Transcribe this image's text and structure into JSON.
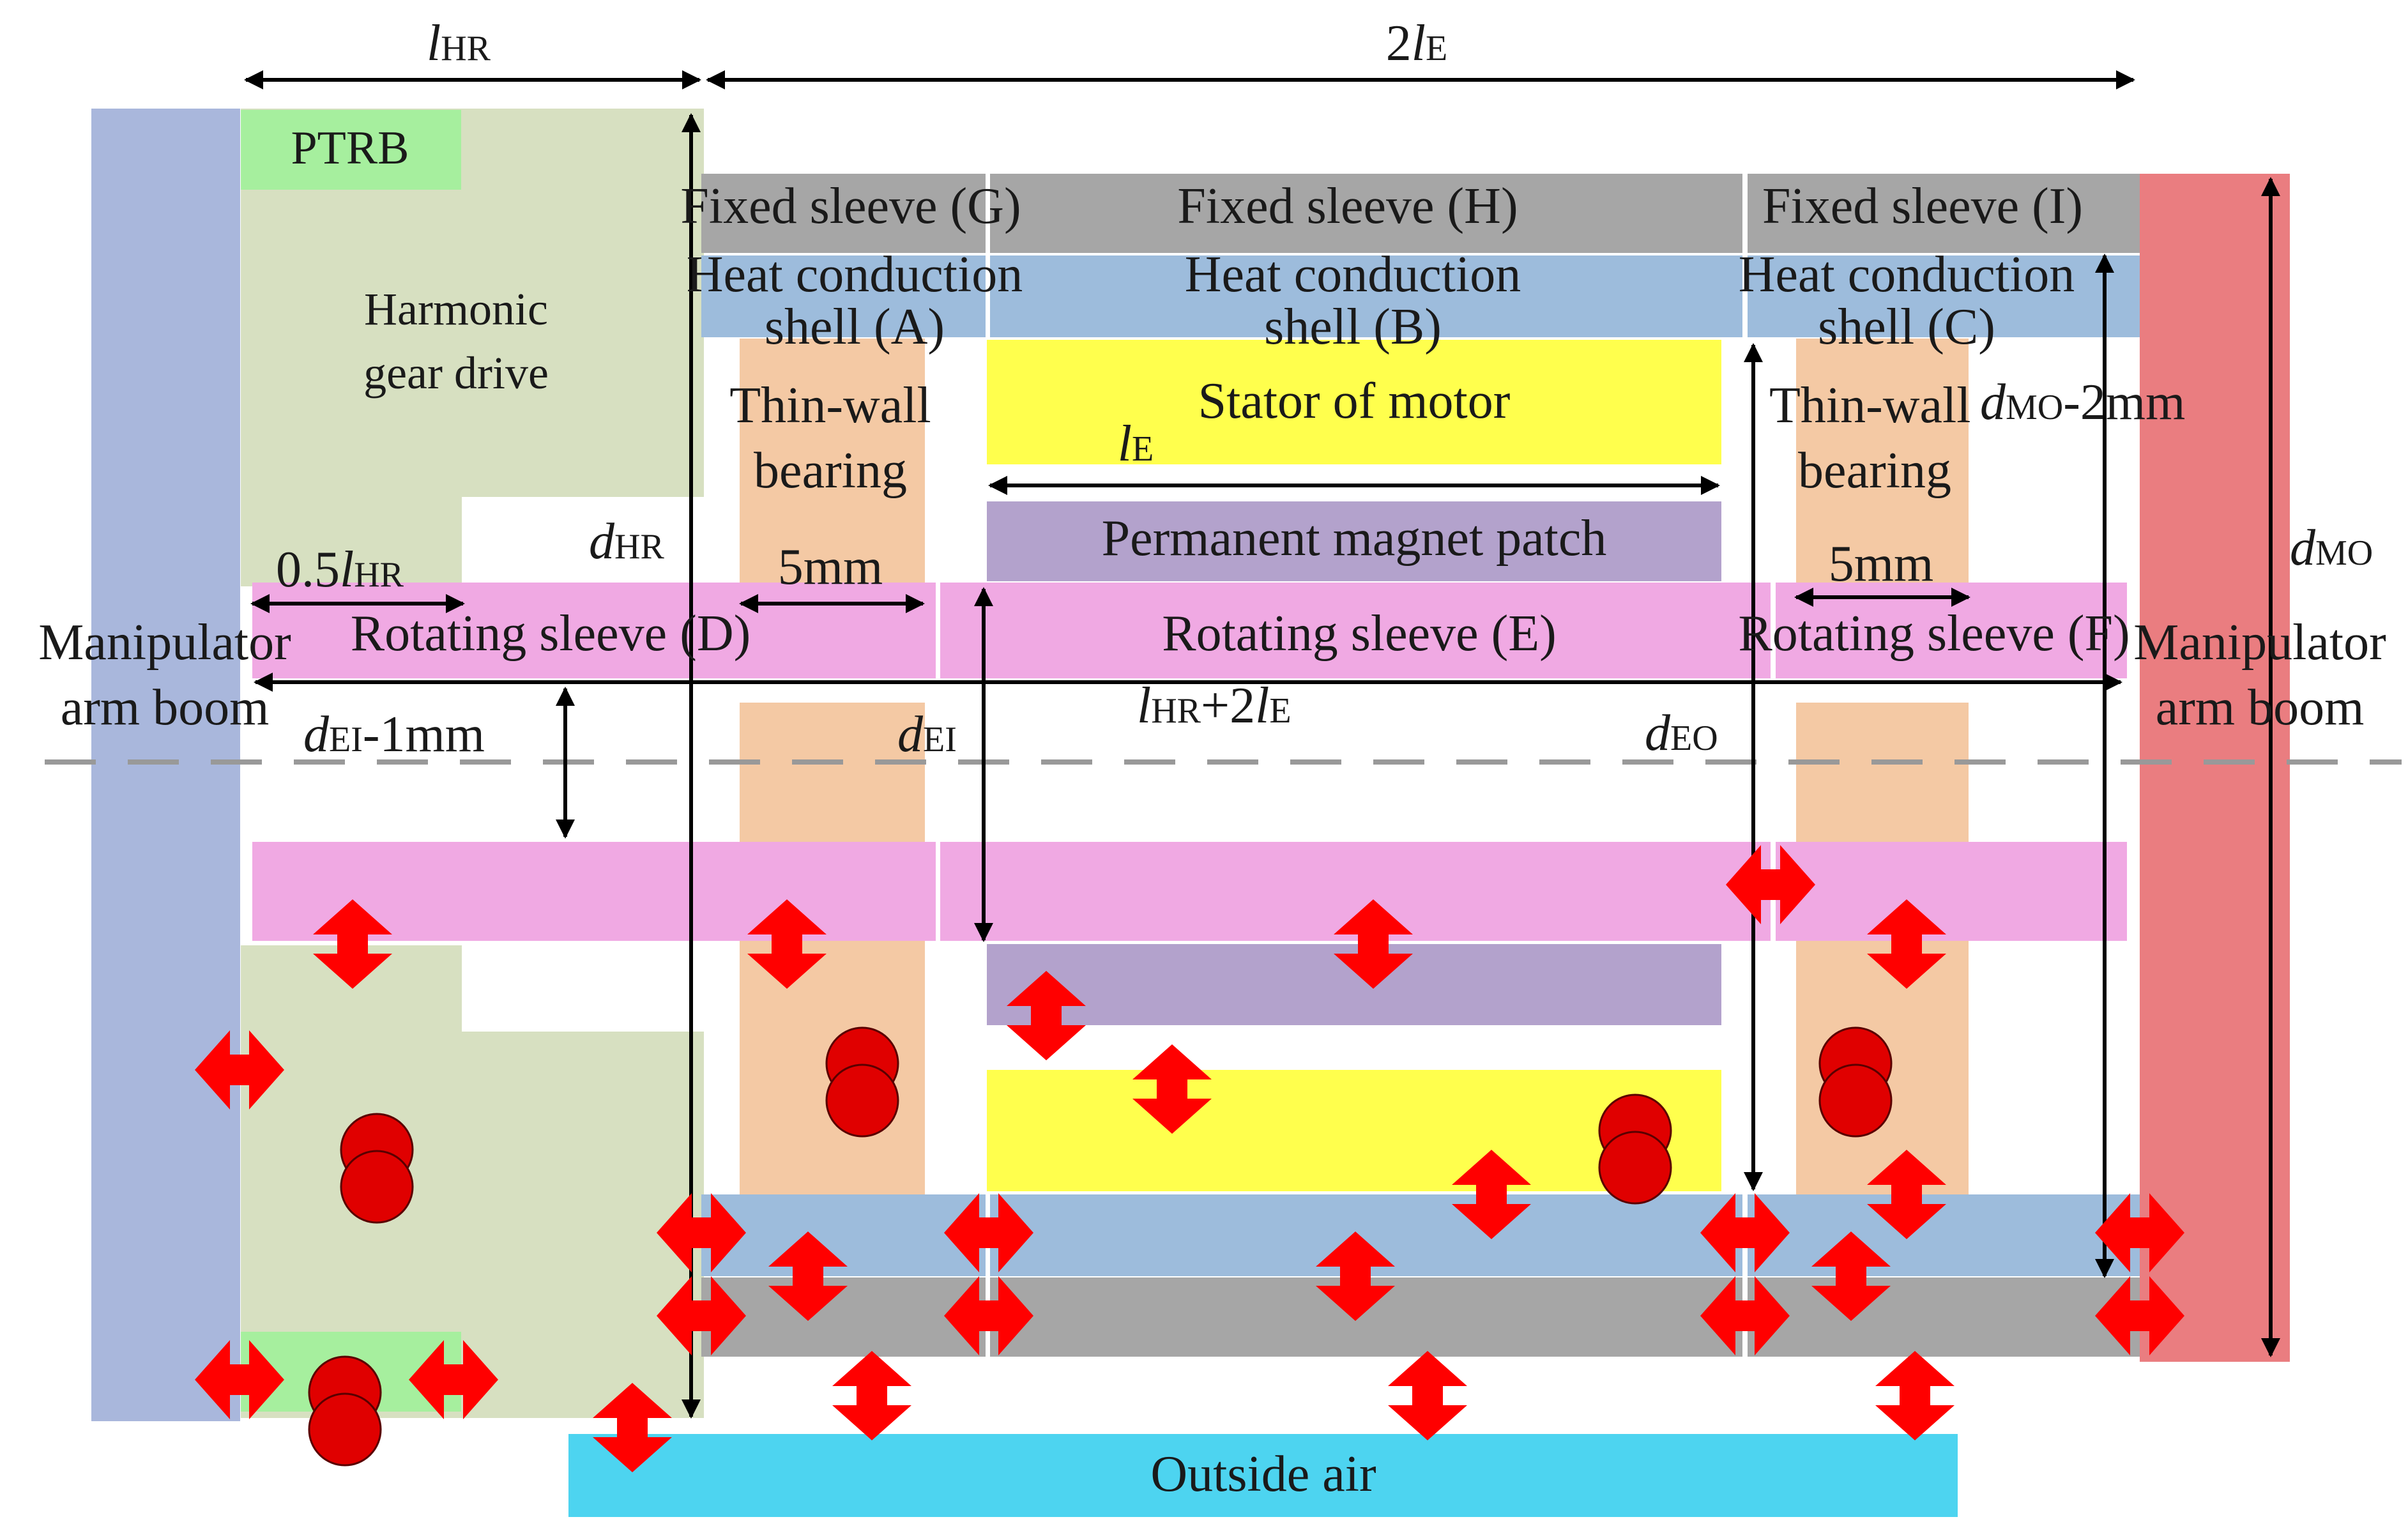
{
  "colors": {
    "boom_left": "#a9b7dc",
    "boom_right": "#ea7d80",
    "harmonic": "#d7e0c1",
    "ptrb": "#a6ef9e",
    "fixed_sleeve": "#a6a6a6",
    "heat_shell": "#9dbcdc",
    "bearing": "#f4c9a4",
    "stator": "#ffff4d",
    "magnet": "#b3a2cc",
    "rotating_sleeve": "#f0a9e3",
    "outside_air": "#4dd4f0",
    "heat_arrow": "#ff0000",
    "node": "#e00000",
    "dim_line": "#000000",
    "axis": "#999999"
  },
  "components": {
    "ptrb": "PTRB",
    "harmonic_1": "Harmonic",
    "harmonic_2": "gear drive",
    "fixed_g": "Fixed sleeve (G)",
    "fixed_h": "Fixed sleeve (H)",
    "fixed_i": "Fixed sleeve (I)",
    "shell_a_1": "Heat conduction",
    "shell_a_2": "shell (A)",
    "shell_b_1": "Heat conduction",
    "shell_b_2": "shell (B)",
    "shell_c_1": "Heat conduction",
    "shell_c_2": "shell (C)",
    "bearing_l_1": "Thin-wall",
    "bearing_l_2": "bearing",
    "bearing_r_1": "Thin-wall",
    "bearing_r_2": "bearing",
    "stator": "Stator of motor",
    "magnet": "Permanent magnet patch",
    "rot_d": "Rotating sleeve (D)",
    "rot_e": "Rotating sleeve (E)",
    "rot_f": "Rotating sleeve (F)",
    "boom_left_1": "Manipulator",
    "boom_left_2": "arm boom",
    "boom_right_1": "Manipulator",
    "boom_right_2": "arm boom",
    "outside_air": "Outside air"
  },
  "dimensions": {
    "l_hr": {
      "var": "l",
      "sub": "HR",
      "suffix": ""
    },
    "two_le": {
      "pre": "2",
      "var": "l",
      "sub": "E",
      "suffix": ""
    },
    "le": {
      "var": "l",
      "sub": "E",
      "suffix": ""
    },
    "d_hr": {
      "var": "d",
      "sub": "HR",
      "suffix": ""
    },
    "half_lhr": {
      "pre": "0.5",
      "var": "l",
      "sub": "HR",
      "suffix": ""
    },
    "five_mm_left": "5mm",
    "five_mm_right": "5mm",
    "d_ei_minus": {
      "var": "d",
      "sub": "EI",
      "suffix": "-1mm"
    },
    "d_ei": {
      "var": "d",
      "sub": "EI",
      "suffix": ""
    },
    "lhr_plus": {
      "var": "l",
      "sub": "HR",
      "mid": "+2",
      "var2": "l",
      "sub2": "E"
    },
    "d_eo": {
      "var": "d",
      "sub": "EO",
      "suffix": ""
    },
    "d_mo_minus": {
      "var": "d",
      "sub": "MO",
      "suffix": "-2mm"
    },
    "d_mo": {
      "var": "d",
      "sub": "MO",
      "suffix": ""
    }
  }
}
